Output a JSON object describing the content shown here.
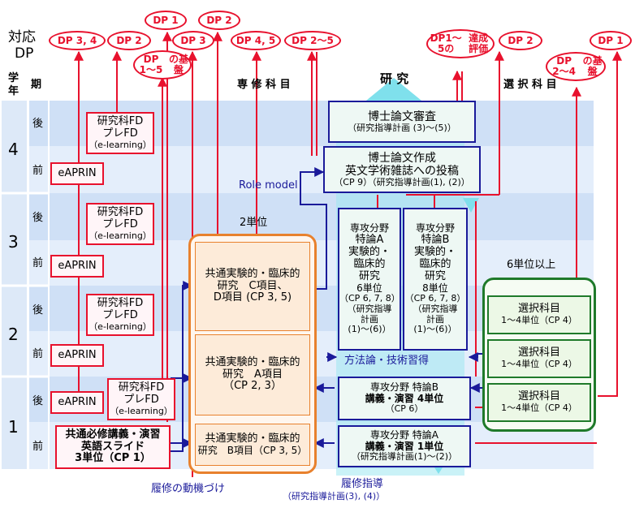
{
  "header": {
    "dp_label_1": "対応",
    "dp_label_2": "DP",
    "gakunen_1": "学",
    "gakunen_2": "年",
    "ki": "期"
  },
  "sections": {
    "senshu": "専 修 科 目",
    "kenkyu": "研 究",
    "sentaku": "選 択 科 目"
  },
  "years": [
    "4",
    "3",
    "2",
    "1"
  ],
  "terms": {
    "ato": "後",
    "mae": "前"
  },
  "dp": {
    "dp34": "DP 3, 4",
    "dp2a": "DP 2",
    "dp1top": "DP 1",
    "dp3": "DP 3",
    "dp2top": "DP 2",
    "dp45": "DP 4, 5",
    "dp2to5": "DP 2〜5",
    "dp15_1": "DP 1〜5",
    "dp15_2": "の基盤",
    "dp15t_1": "DP1〜5の",
    "dp15t_2": "達成評価",
    "dp2r": "DP 2",
    "dp24_1": "DP 2〜4",
    "dp24_2": "の基盤",
    "dp1r": "DP 1"
  },
  "fd": {
    "l1": "研究科FD",
    "l2": "プレFD",
    "l3": "（e-learning）"
  },
  "eaprin": "eAPRIN",
  "hisshu": {
    "l1": "共通必修講義・演習",
    "l2": "英語スライド",
    "l3": "3単位（CP 1）"
  },
  "common_c": {
    "l1": "共通実験的・臨床的",
    "l2": "研究　C項目、",
    "l3": "D項目 (CP 3, 5)"
  },
  "common_a": {
    "l1": "共通実験的・臨床的",
    "l2": "研究　A項目",
    "l3": "（CP 2, 3）"
  },
  "common_b": {
    "l1": "共通実験的・臨床的",
    "l2": "研究　B項目（CP 3, 5）"
  },
  "units2": "2単位",
  "role_model": "Role model",
  "shinsa": {
    "l1": "博士論文審査",
    "l2": "（研究指導計画 (3)〜(5)）"
  },
  "sakusei": {
    "l1": "博士論文作成",
    "l2": "英文学術雑誌への投稿",
    "l3": "（CP 9）（研究指導計画(1), (2)）"
  },
  "tokuron_a": {
    "l1": "専攻分野",
    "l2": "特論A",
    "l3": "実験的・",
    "l4": "臨床的",
    "l5": "研究",
    "l6": "6単位",
    "l7": "（CP 6, 7, 8）",
    "l8": "（研究指導",
    "l9": "計画",
    "l10": "(1)〜(6)）"
  },
  "tokuron_b": {
    "l1": "専攻分野",
    "l2": "特論B",
    "l3": "実験的・",
    "l4": "臨床的",
    "l5": "研究",
    "l6": "8単位",
    "l7": "（CP 6, 7, 8）",
    "l8": "（研究指導",
    "l9": "計画",
    "l10": "(1)〜(6)）"
  },
  "houhou": "方法論・技術習得",
  "kogi_b": {
    "l1": "専攻分野 特論B",
    "l2": "講義・演習 4単位",
    "l3": "（CP 6）"
  },
  "kogi_a": {
    "l1": "専攻分野 特論A",
    "l2": "講義・演習 1単位",
    "l3": "（研究指導計画(1)〜(2)）"
  },
  "units6": "6単位以上",
  "elective": {
    "l1": "選択科目",
    "l2": "1〜4単位（CP 4）"
  },
  "footer": {
    "doki": "履修の動機づけ",
    "shido": "履修指導",
    "shido_sub": "（研究指導計画(3), (4)）"
  },
  "colors": {
    "red": "#e8112d",
    "blue": "#1a1a9a",
    "green": "#1f7a2a",
    "orange": "#e8812d",
    "band": "#cfe0f6",
    "cyan": "#7fe0ec"
  }
}
